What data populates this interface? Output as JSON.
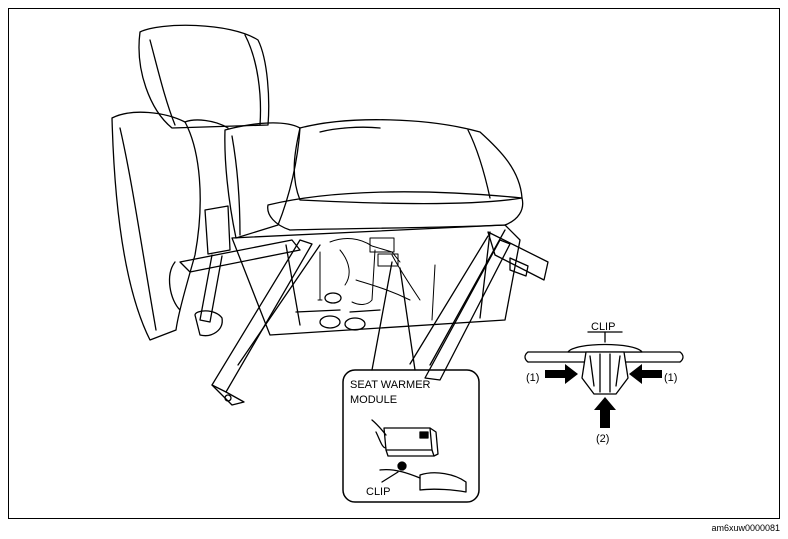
{
  "labels": {
    "module_line1": "SEAT WARMER",
    "module_line2": "MODULE",
    "clip_inset": "CLIP",
    "clip_detail": "CLIP",
    "step1_left": "(1)",
    "step1_right": "(1)",
    "step2": "(2)"
  },
  "figure_id": "am6xuw0000081"
}
